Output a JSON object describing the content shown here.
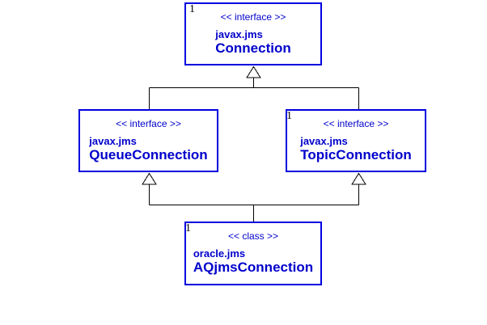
{
  "colors": {
    "background": "#ffffff",
    "box_border": "#0000e0",
    "box_text": "#0000cc",
    "line": "#000000",
    "multiplicity_text": "#000000"
  },
  "boxes": [
    {
      "stereotype": "<< interface >>",
      "package": "javax.jms",
      "name": "Connection",
      "multiplicity": "1"
    },
    {
      "stereotype": "<< interface >>",
      "package": "javax.jms",
      "name": "QueueConnection",
      "multiplicity": ""
    },
    {
      "stereotype": "<< interface >>",
      "package": "javax.jms",
      "name": "TopicConnection",
      "multiplicity": "1"
    },
    {
      "stereotype": "<< class >>",
      "package": "oracle.jms",
      "name": "AQjmsConnection",
      "multiplicity": "1"
    }
  ],
  "relationships": [
    {
      "type": "generalization",
      "from": "QueueConnection",
      "to": "Connection"
    },
    {
      "type": "generalization",
      "from": "TopicConnection",
      "to": "Connection"
    },
    {
      "type": "generalization",
      "from": "AQjmsConnection",
      "to": "QueueConnection"
    },
    {
      "type": "generalization",
      "from": "AQjmsConnection",
      "to": "TopicConnection"
    }
  ]
}
